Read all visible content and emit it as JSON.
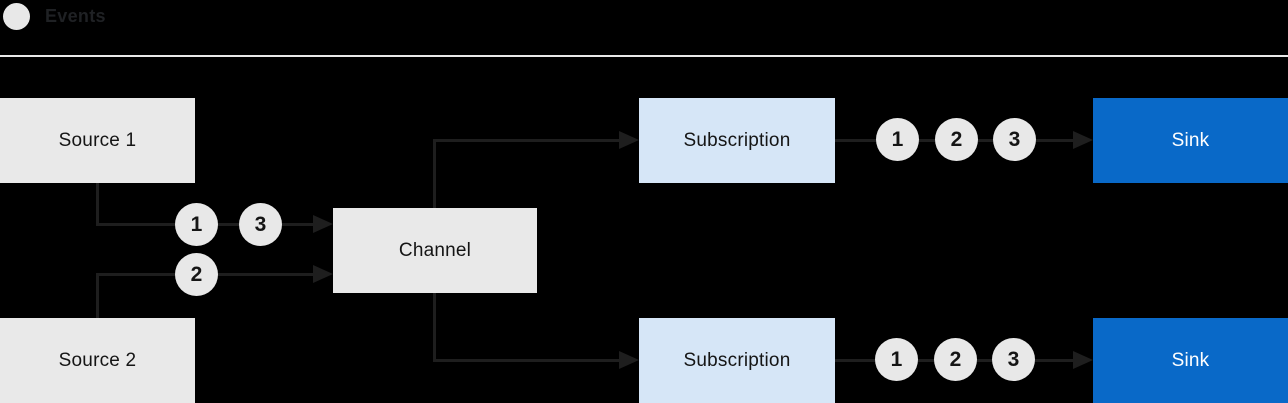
{
  "legend": {
    "label": "Events"
  },
  "nodes": {
    "source1": "Source 1",
    "source2": "Source 2",
    "channel": "Channel",
    "subscription_top": "Subscription",
    "subscription_bottom": "Subscription",
    "sink_top": "Sink",
    "sink_bottom": "Sink"
  },
  "markers": {
    "source1_to_channel": [
      "1",
      "3"
    ],
    "source2_to_channel": [
      "2"
    ],
    "subscription_top_to_sink": [
      "1",
      "2",
      "3"
    ],
    "subscription_bottom_to_sink": [
      "1",
      "2",
      "3"
    ]
  },
  "colors": {
    "background": "#000000",
    "box_gray": "#e9e9e9",
    "box_blue_light": "#d6e6f7",
    "box_blue": "#0969c8",
    "circle_gray": "#e8e8e8",
    "line": "#1e1e1e",
    "separator": "#e9e9e9",
    "text_dark": "#151515",
    "text_light": "#ffffff",
    "legend_text": "#1f2124"
  }
}
